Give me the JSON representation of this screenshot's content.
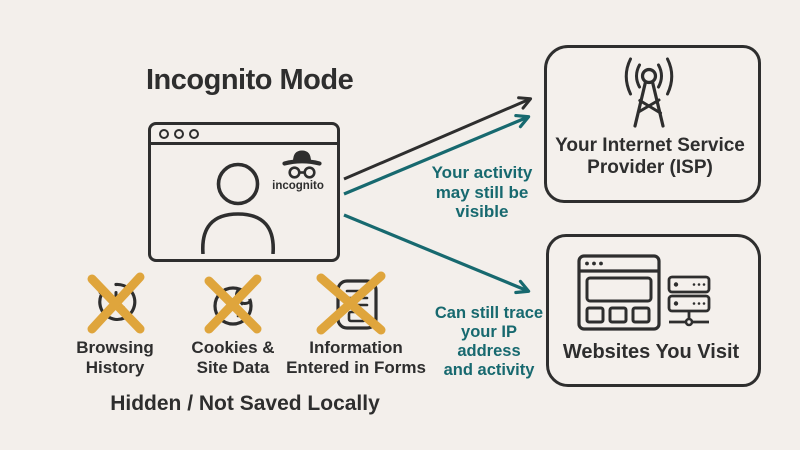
{
  "title": "Incognito Mode",
  "browser": {
    "incognito_label": "incognito",
    "icons": [
      "incognito-hat-glasses-icon",
      "person-icon"
    ]
  },
  "annotations": {
    "isp": {
      "line1": "Your activity",
      "line2": "may still be visible"
    },
    "websites": {
      "line1": "Can still trace",
      "line2": "your IP address",
      "line3": "and activity"
    }
  },
  "isp_box": {
    "icon": "broadcast-antenna-icon",
    "line1": "Your Internet Service",
    "line2": "Provider (ISP)"
  },
  "websites_box": {
    "icons": [
      "browser-window-icon",
      "server-icon"
    ],
    "label": "Websites You Visit"
  },
  "hidden_items": [
    {
      "icon": "history-clock-icon",
      "line1": "Browsing",
      "line2": "History"
    },
    {
      "icon": "cookie-icon",
      "line1": "Cookies &",
      "line2": "Site Data"
    },
    {
      "icon": "form-icon",
      "line1": "Information",
      "line2": "Entered in Forms"
    }
  ],
  "footer": "Hidden / Not Saved Locally",
  "colors": {
    "background": "#f3efeb",
    "ink": "#2e2e2e",
    "teal": "#17696f",
    "cross_gold": "#dfa53c"
  }
}
